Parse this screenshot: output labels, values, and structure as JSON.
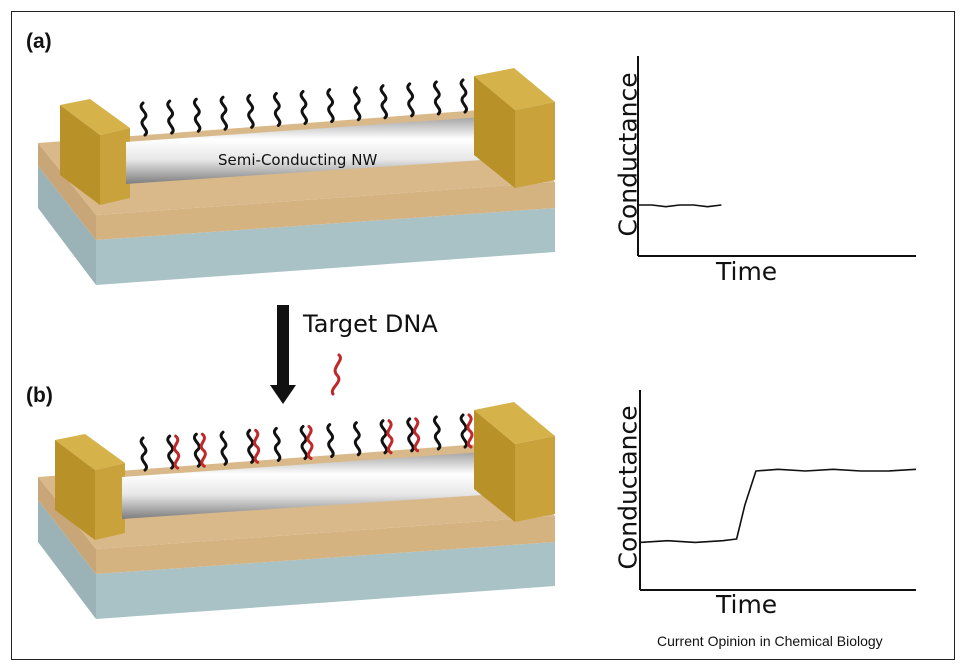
{
  "panels": {
    "a": {
      "label": "(a)",
      "nanowire_label": "Semi-Conducting NW"
    },
    "b": {
      "label": "(b)"
    }
  },
  "arrow": {
    "label": "Target DNA"
  },
  "charts": {
    "a": {
      "ylabel": "Conductance",
      "xlabel": "Time"
    },
    "b": {
      "ylabel": "Conductance",
      "xlabel": "Time"
    }
  },
  "chart_data": [
    {
      "type": "line",
      "title": "",
      "xlabel": "Time",
      "ylabel": "Conductance",
      "grid": false,
      "series": [
        {
          "x": [
            0,
            0.05,
            0.1,
            0.15,
            0.2,
            0.25,
            0.3
          ],
          "y": [
            0.3,
            0.3,
            0.29,
            0.3,
            0.3,
            0.29,
            0.3
          ]
        }
      ]
    },
    {
      "type": "line",
      "title": "",
      "xlabel": "Time",
      "ylabel": "Conductance",
      "grid": false,
      "series": [
        {
          "x": [
            0,
            0.1,
            0.2,
            0.3,
            0.35,
            0.38,
            0.42,
            0.5,
            0.6,
            0.7,
            0.8,
            0.9,
            1.0
          ],
          "y": [
            0.28,
            0.29,
            0.28,
            0.29,
            0.3,
            0.5,
            0.7,
            0.71,
            0.7,
            0.71,
            0.7,
            0.7,
            0.71
          ]
        }
      ]
    }
  ],
  "colors": {
    "substrate_top": "#d9b98a",
    "substrate_side": "#c9a677",
    "base_blue": "#a9c2c6",
    "electrode": "#c9a23c",
    "electrode_dark": "#a07e22",
    "probe": "#111111",
    "target": "#c0282a"
  },
  "footer": {
    "source": "Current Opinion in Chemical Biology"
  }
}
